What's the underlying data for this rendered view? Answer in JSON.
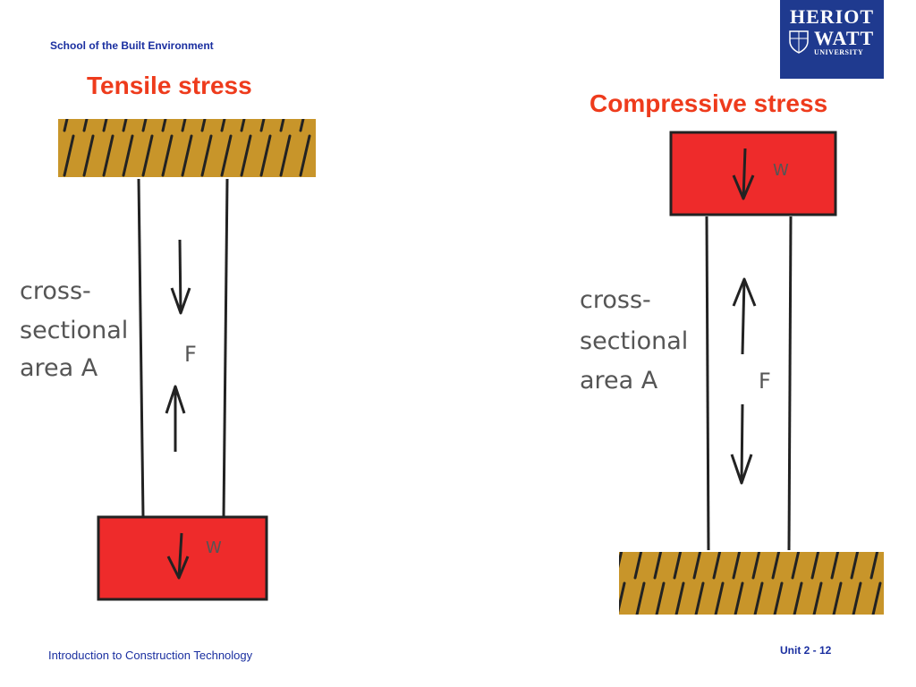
{
  "header": {
    "school": "School of the Built Environment"
  },
  "logo": {
    "line1": "HERIOT",
    "line2": "WATT",
    "line3": "UNIVERSITY"
  },
  "tensile": {
    "title": "Tensile stress",
    "label_line1": "cross-",
    "label_line2": "sectional",
    "label_line3": "area A",
    "force_label": "F",
    "weight_label": "W"
  },
  "compressive": {
    "title": "Compressive stress",
    "label_line1": "cross-",
    "label_line2": "sectional",
    "label_line3": "area A",
    "force_label": "F",
    "weight_label": "W"
  },
  "footer": {
    "course": "Introduction to Construction Technology",
    "page": "Unit 2 - 12"
  },
  "colors": {
    "title": "#ee3b1c",
    "header_text": "#1a2fa0",
    "logo_bg": "#1f3a8f",
    "support": "#c8952a",
    "weight": "#ee2b2b"
  }
}
